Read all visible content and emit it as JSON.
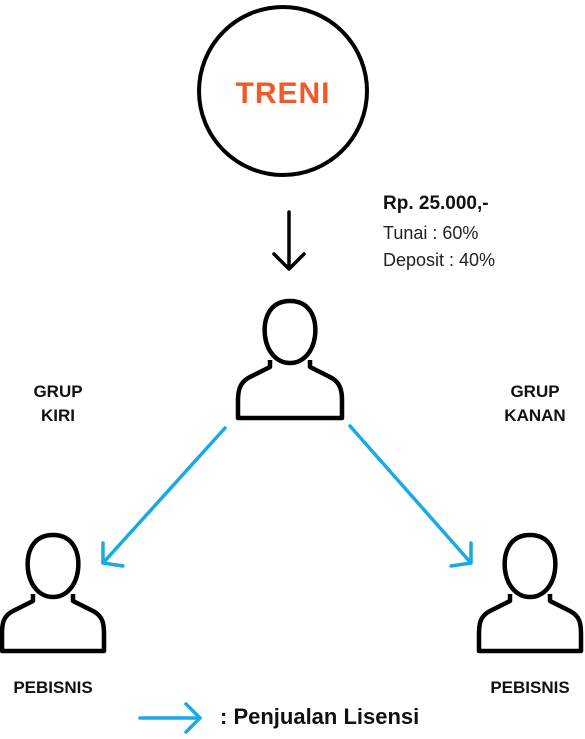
{
  "center": {
    "label": "TRENI",
    "color": "#f05a28"
  },
  "info": {
    "price": "Rp. 25.000,-",
    "lines": [
      "Tunai :  60%",
      "Deposit :  40%"
    ]
  },
  "groups": {
    "left": [
      "GRUP",
      "KIRI"
    ],
    "right": [
      "GRUP",
      "KANAN"
    ]
  },
  "nodes": {
    "left": "PEBISNIS",
    "right": "PEBISNIS"
  },
  "legend": {
    "text": ": Penjualan Lisensi",
    "arrow_color": "#1aa9e8"
  }
}
